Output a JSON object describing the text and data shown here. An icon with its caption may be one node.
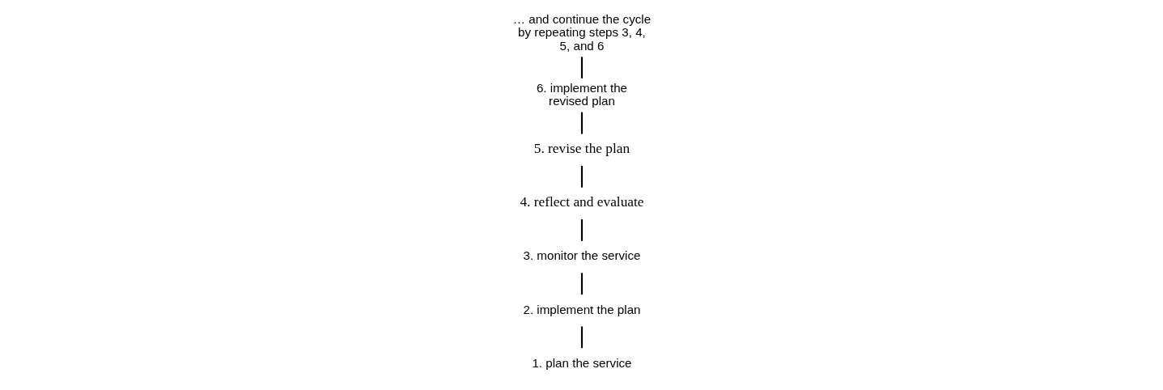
{
  "diagram": {
    "nodes": [
      {
        "text": [
          "1. plan the service"
        ]
      },
      {
        "text": [
          "2. implement the plan"
        ]
      },
      {
        "text": [
          "3. monitor the service"
        ]
      },
      {
        "text": [
          "4. reflect and evaluate"
        ]
      },
      {
        "text": [
          "5. revise the plan"
        ]
      },
      {
        "text": [
          "6. implement the revised plan"
        ]
      },
      {
        "text": [
          "… and continue the cycle by repeating steps 3, 4, 5, and 6"
        ]
      }
    ],
    "edges": [
      {
        "from": 0,
        "to": 1,
        "arrow": "none"
      },
      {
        "from": 1,
        "to": 2,
        "arrow": "none"
      },
      {
        "from": 2,
        "to": 3,
        "arrow": "none"
      },
      {
        "from": 3,
        "to": 4,
        "arrow": "none"
      },
      {
        "from": 4,
        "to": 5,
        "arrow": "none"
      },
      {
        "from": 5,
        "to": 6,
        "arrow": "none"
      }
    ]
  }
}
